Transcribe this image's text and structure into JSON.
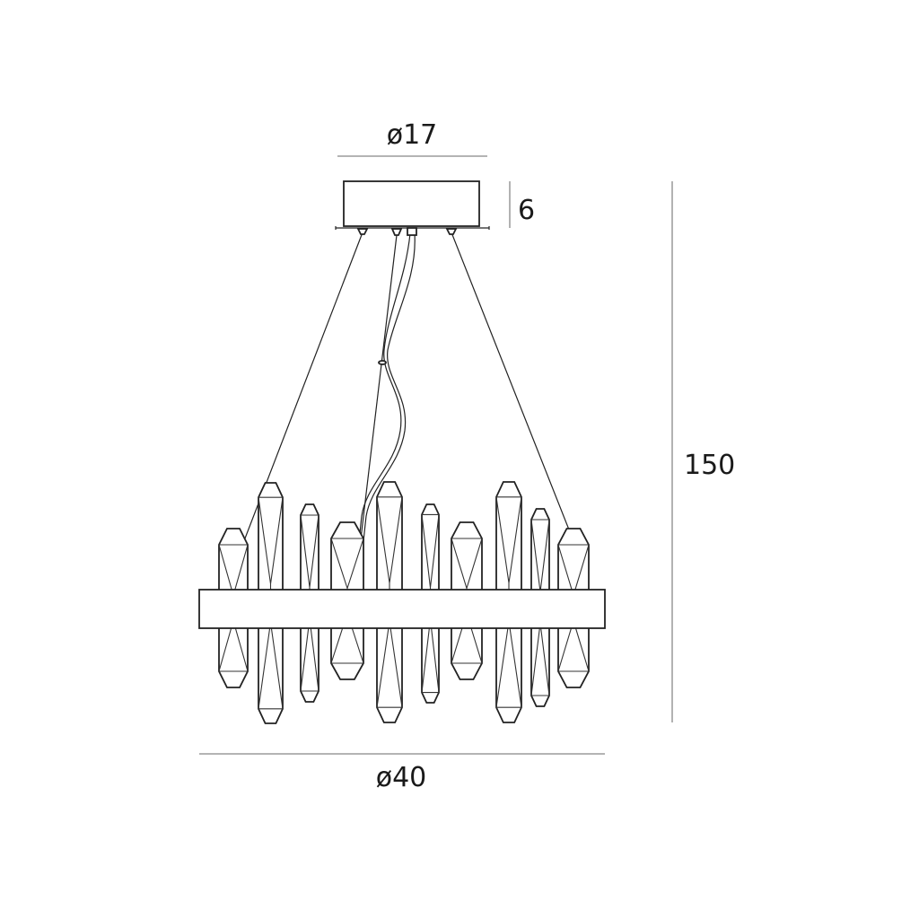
{
  "dimensions": {
    "canopy_diameter": "ø17",
    "canopy_height": "6",
    "total_height": "150",
    "ring_diameter": "ø40"
  },
  "colors": {
    "ink": "#222222",
    "dimension_line": "#888888",
    "background": "#ffffff"
  }
}
